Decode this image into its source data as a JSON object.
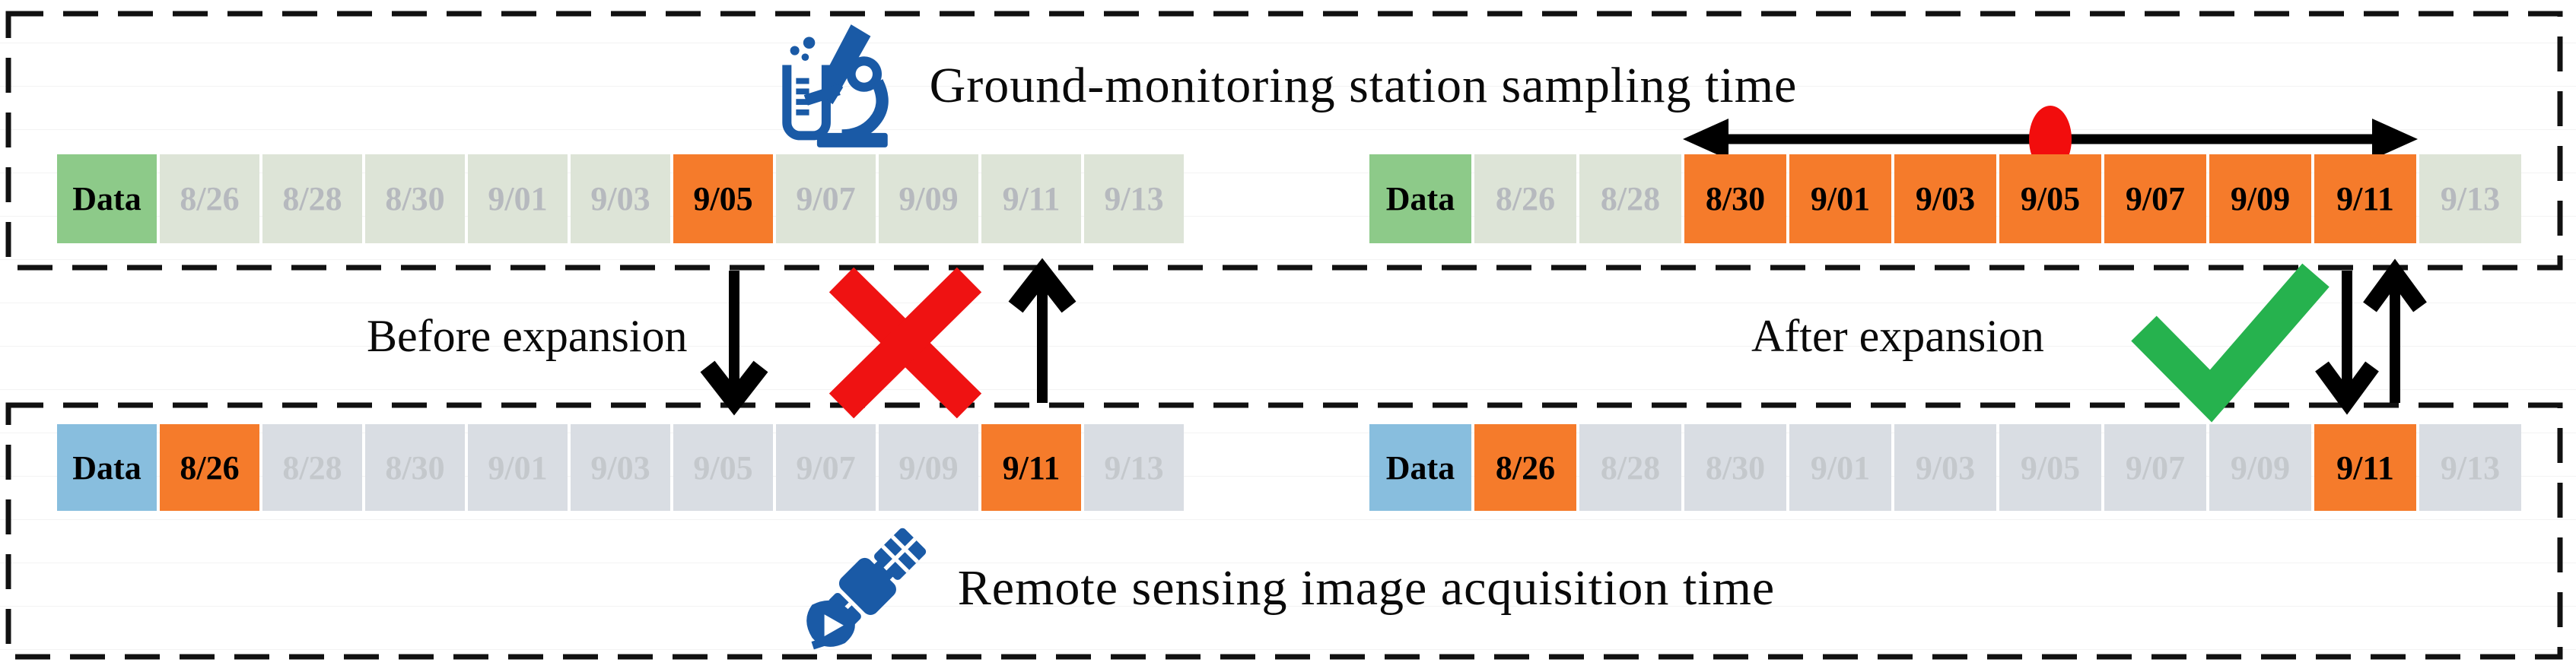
{
  "sections": {
    "ground": {
      "title": "Ground-monitoring station sampling time",
      "icon": "microscope-icon"
    },
    "satellite": {
      "title": "Remote sensing image acquisition time",
      "icon": "satellite-icon"
    }
  },
  "gap": {
    "before_label": "Before expansion",
    "after_label": "After expansion"
  },
  "timelines": {
    "ground_before": [
      {
        "label": "Data",
        "state": "header"
      },
      {
        "label": "8/26",
        "state": "inactive"
      },
      {
        "label": "8/28",
        "state": "inactive"
      },
      {
        "label": "8/30",
        "state": "inactive"
      },
      {
        "label": "9/01",
        "state": "inactive"
      },
      {
        "label": "9/03",
        "state": "inactive"
      },
      {
        "label": "9/05",
        "state": "active"
      },
      {
        "label": "9/07",
        "state": "inactive"
      },
      {
        "label": "9/09",
        "state": "inactive"
      },
      {
        "label": "9/11",
        "state": "inactive"
      },
      {
        "label": "9/13",
        "state": "inactive"
      }
    ],
    "ground_after": [
      {
        "label": "Data",
        "state": "header"
      },
      {
        "label": "8/26",
        "state": "inactive"
      },
      {
        "label": "8/28",
        "state": "inactive"
      },
      {
        "label": "8/30",
        "state": "active"
      },
      {
        "label": "9/01",
        "state": "active"
      },
      {
        "label": "9/03",
        "state": "active"
      },
      {
        "label": "9/05",
        "state": "active"
      },
      {
        "label": "9/07",
        "state": "active"
      },
      {
        "label": "9/09",
        "state": "active"
      },
      {
        "label": "9/11",
        "state": "active"
      },
      {
        "label": "9/13",
        "state": "inactive"
      }
    ],
    "satellite_before": [
      {
        "label": "Data",
        "state": "header"
      },
      {
        "label": "8/26",
        "state": "active"
      },
      {
        "label": "8/28",
        "state": "inactive"
      },
      {
        "label": "8/30",
        "state": "inactive"
      },
      {
        "label": "9/01",
        "state": "inactive"
      },
      {
        "label": "9/03",
        "state": "inactive"
      },
      {
        "label": "9/05",
        "state": "inactive"
      },
      {
        "label": "9/07",
        "state": "inactive"
      },
      {
        "label": "9/09",
        "state": "inactive"
      },
      {
        "label": "9/11",
        "state": "active"
      },
      {
        "label": "9/13",
        "state": "inactive"
      }
    ],
    "satellite_after": [
      {
        "label": "Data",
        "state": "header"
      },
      {
        "label": "8/26",
        "state": "active"
      },
      {
        "label": "8/28",
        "state": "inactive"
      },
      {
        "label": "8/30",
        "state": "inactive"
      },
      {
        "label": "9/01",
        "state": "inactive"
      },
      {
        "label": "9/03",
        "state": "inactive"
      },
      {
        "label": "9/05",
        "state": "inactive"
      },
      {
        "label": "9/07",
        "state": "inactive"
      },
      {
        "label": "9/09",
        "state": "inactive"
      },
      {
        "label": "9/11",
        "state": "active"
      },
      {
        "label": "9/13",
        "state": "inactive"
      }
    ]
  },
  "annotations": {
    "expansion_window": {
      "from": "8/30",
      "to": "9/11",
      "center": "9/05"
    },
    "before_result": "mismatch-cross",
    "after_result": "match-check"
  },
  "colors": {
    "ground_header_green": "#8dca89",
    "ground_inactive": "#dde4d7",
    "satellite_header_blue": "#88bede",
    "satellite_inactive": "#d9dde3",
    "active_orange": "#f57b2b",
    "cross_red": "#ef1212",
    "check_green": "#26b24e",
    "icon_blue": "#1a5aa6",
    "border_black": "#111111"
  }
}
